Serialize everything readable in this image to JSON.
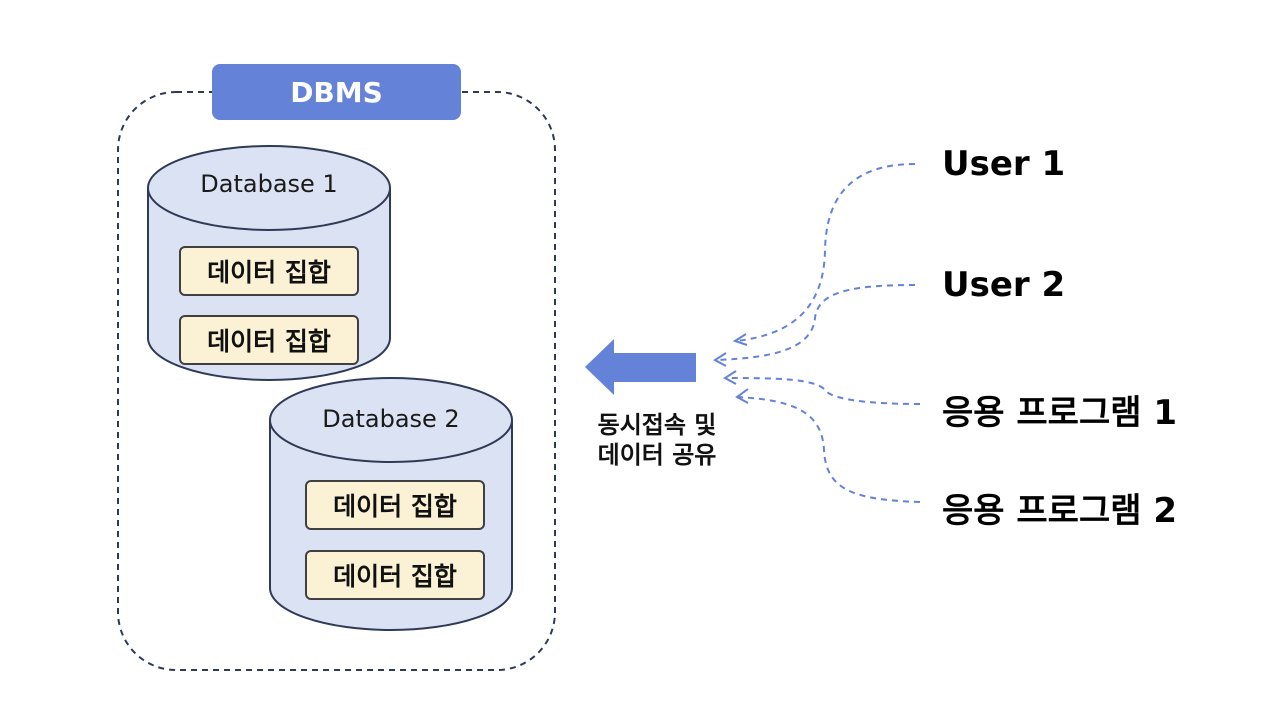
{
  "dbms": {
    "label": "DBMS"
  },
  "databases": [
    {
      "title": "Database 1",
      "sets": [
        "데이터 집합",
        "데이터 집합"
      ]
    },
    {
      "title": "Database 2",
      "sets": [
        "데이터 집합",
        "데이터 집합"
      ]
    }
  ],
  "caption": {
    "line1": "동시접속 및",
    "line2": "데이터 공유"
  },
  "actors": [
    "User 1",
    "User 2",
    "응용 프로그램 1",
    "응용 프로그램 2"
  ],
  "colors": {
    "accent": "#6482d8",
    "cylinder_fill": "#dbe2f3",
    "set_fill": "#fbf2d6",
    "outline": "#2f3a56"
  }
}
